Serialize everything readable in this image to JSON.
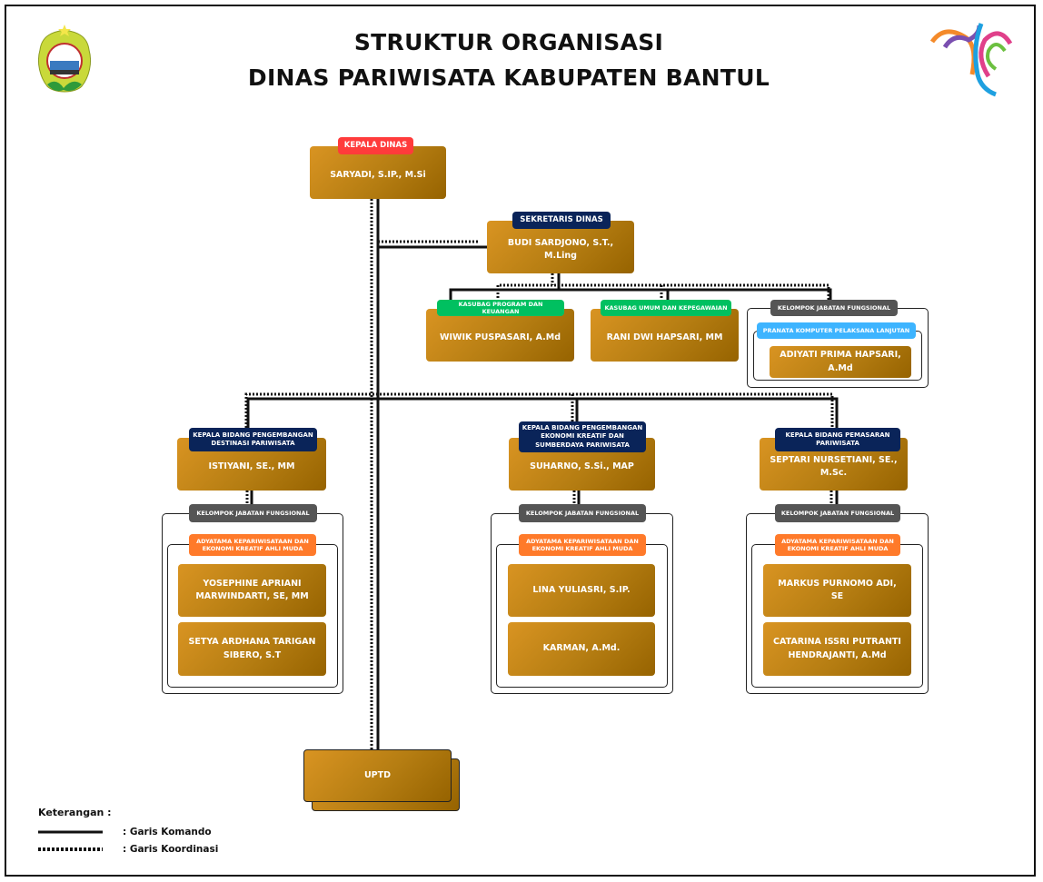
{
  "title": {
    "line1": "STRUKTUR ORGANISASI",
    "line2": "DINAS PARIWISATA KABUPATEN BANTUL"
  },
  "logos": {
    "left": "Lambang Kabupaten Bantul",
    "right": "Logo Pariwisata"
  },
  "colors": {
    "gold": "#c48614",
    "red": "#ff3b3b",
    "navy": "#0a2459",
    "green": "#00c060",
    "grey": "#555555",
    "blue": "#3db4ff",
    "orange": "#ff7a2a"
  },
  "kepala": {
    "label": "KEPALA DINAS",
    "name": "SARYADI, S.IP., M.Si"
  },
  "sekretaris": {
    "label": "SEKRETARIS DINAS",
    "name": "BUDI SARDJONO, S.T., M.Ling"
  },
  "kasubag_program": {
    "label": "KASUBAG PROGRAM DAN KEUANGAN",
    "name": "WIWIK PUSPASARI, A.Md"
  },
  "kasubag_umum": {
    "label": "KASUBAG UMUM DAN KEPEGAWAIAN",
    "name": "RANI DWI HAPSARI, MM"
  },
  "kjf_sekretariat": {
    "label": "KELOMPOK JABATAN FUNGSIONAL",
    "sublabel": "PRANATA KOMPUTER PELAKSANA LANJUTAN",
    "name": "ADIYATI PRIMA HAPSARI, A.Md"
  },
  "bidang": [
    {
      "label": "KEPALA BIDANG PENGEMBANGAN DESTINASI PARIWISATA",
      "name": "ISTIYANI, SE., MM",
      "kjf": "KELOMPOK JABATAN FUNGSIONAL",
      "sub": "ADYATAMA KEPARIWISATAAN DAN EKONOMI KREATIF AHLI MUDA",
      "members": [
        "YOSEPHINE APRIANI MARWINDARTI, SE, MM",
        "SETYA ARDHANA TARIGAN SIBERO, S.T"
      ]
    },
    {
      "label": "KEPALA BIDANG PENGEMBANGAN EKONOMI KREATIF DAN SUMBERDAYA PARIWISATA",
      "name": "SUHARNO, S.Si., MAP",
      "kjf": "KELOMPOK JABATAN FUNGSIONAL",
      "sub": "ADYATAMA KEPARIWISATAAN DAN EKONOMI KREATIF AHLI MUDA",
      "members": [
        "LINA YULIASRI, S.IP.",
        "KARMAN, A.Md."
      ]
    },
    {
      "label": "KEPALA BIDANG PEMASARAN PARIWISATA",
      "name": "SEPTARI NURSETIANI, SE., M.Sc.",
      "kjf": "KELOMPOK JABATAN FUNGSIONAL",
      "sub": "ADYATAMA KEPARIWISATAAN DAN EKONOMI KREATIF AHLI MUDA",
      "members": [
        "MARKUS PURNOMO ADI, SE",
        "CATARINA ISSRI PUTRANTI HENDRAJANTI, A.Md"
      ]
    }
  ],
  "uptd": {
    "name": "UPTD"
  },
  "legend": {
    "title": "Keterangan :",
    "komando": ": Garis Komando",
    "koordinasi": ": Garis Koordinasi"
  }
}
